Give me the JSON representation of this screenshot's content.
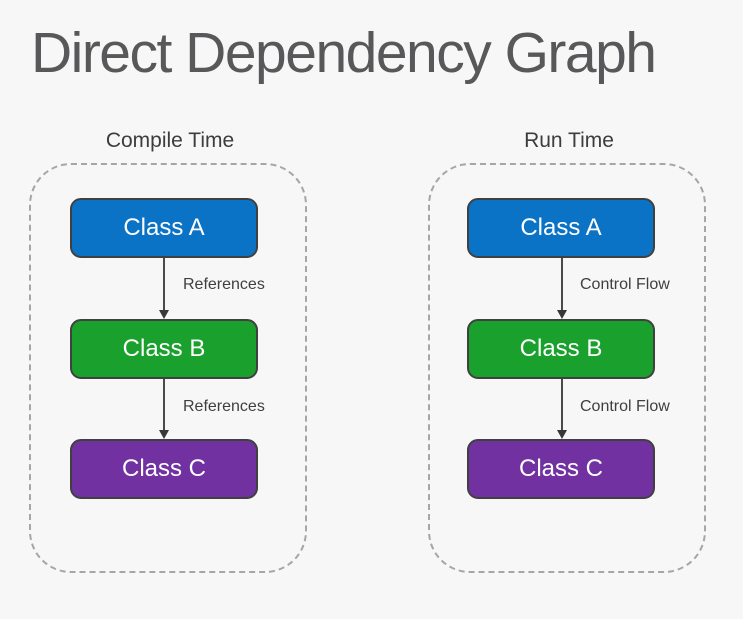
{
  "page": {
    "title": "Direct Dependency Graph",
    "background": "#f7f7f7",
    "title_color": "#58585a"
  },
  "colors": {
    "node_border": "#404040",
    "node_text": "#ffffff",
    "container_dash": "#a6a6a6",
    "arrow": "#4a4a4a",
    "label_text": "#3f3f3f",
    "class_a_blue": "#0b73c6",
    "class_b_green": "#1aa02c",
    "class_c_purple": "#7131a1"
  },
  "groups": [
    {
      "title": "Compile Time",
      "nodes": [
        {
          "label": "Class A",
          "color": "#0b73c6"
        },
        {
          "label": "Class B",
          "color": "#1aa02c"
        },
        {
          "label": "Class C",
          "color": "#7131a1"
        }
      ],
      "edges": [
        {
          "label": "References"
        },
        {
          "label": "References"
        }
      ]
    },
    {
      "title": "Run Time",
      "nodes": [
        {
          "label": "Class A",
          "color": "#0b73c6"
        },
        {
          "label": "Class B",
          "color": "#1aa02c"
        },
        {
          "label": "Class C",
          "color": "#7131a1"
        }
      ],
      "edges": [
        {
          "label": "Control Flow"
        },
        {
          "label": "Control Flow"
        }
      ]
    }
  ]
}
